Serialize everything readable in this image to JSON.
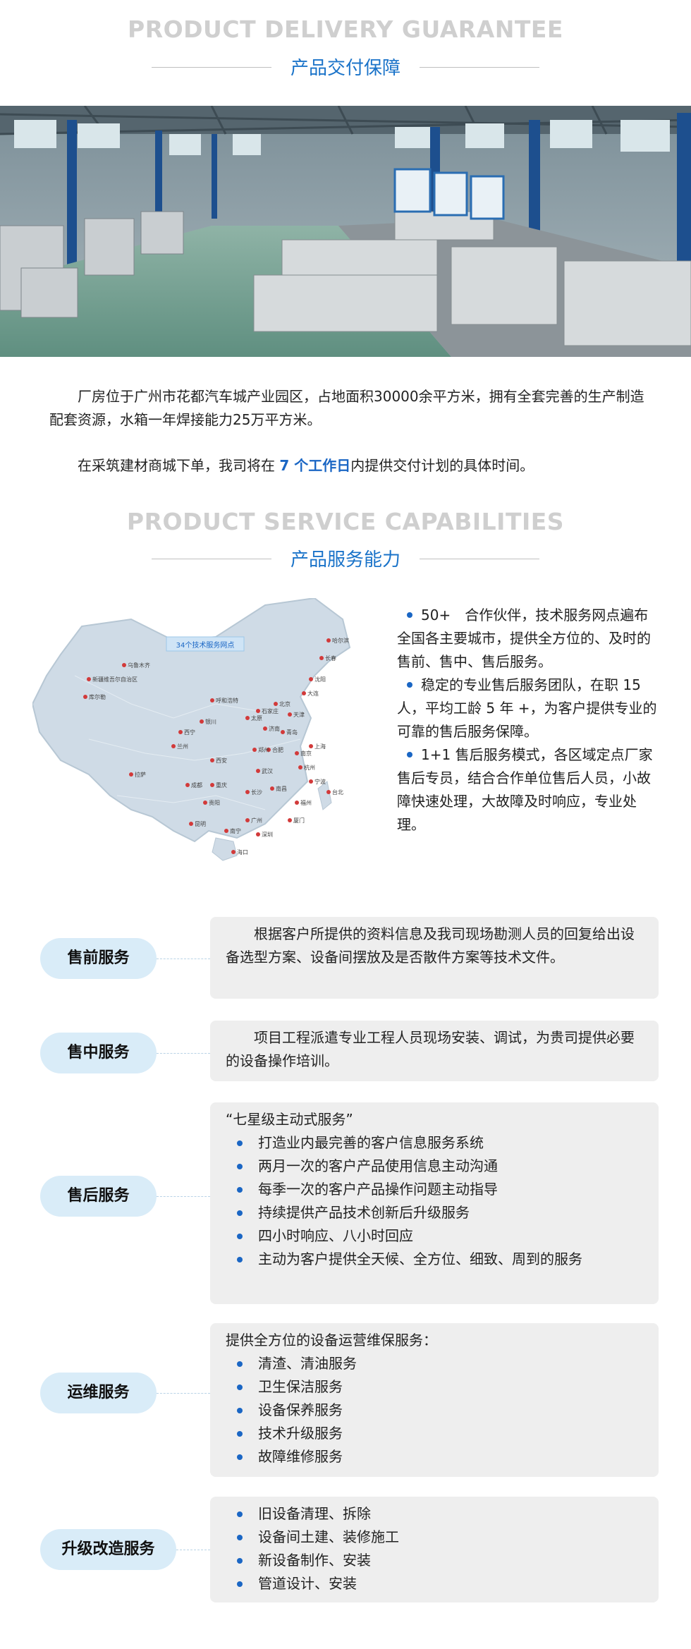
{
  "delivery": {
    "title_en": "PRODUCT DELIVERY GUARANTEE",
    "title_cn": "产品交付保障",
    "para1": "厂房位于广州市花都汽车城产业园区，占地面积30000余平方米，拥有全套完善的生产制造配套资源，水箱一年焊接能力25万平方米。",
    "para2_pre": "在采筑建材商城下单，我司将在 ",
    "para2_highlight": "7 个工作日",
    "para2_post": "内提供交付计划的具体时间。"
  },
  "capabilities": {
    "title_en": "PRODUCT SERVICE CAPABILITIES",
    "title_cn": "产品服务能力",
    "map_label": "34个技术服务网点",
    "map_cities": [
      "乌鲁木齐",
      "新疆维吾尔自治区",
      "库尔勒",
      "西宁",
      "兰州",
      "银川",
      "呼和浩特",
      "太原",
      "石家庄",
      "北京",
      "天津",
      "哈尔滨",
      "长春",
      "沈阳",
      "大连",
      "济南",
      "青岛",
      "郑州",
      "西安",
      "成都",
      "重庆",
      "拉萨",
      "昆明",
      "贵阳",
      "南宁",
      "广州",
      "深圳",
      "海口",
      "长沙",
      "武汉",
      "南昌",
      "福州",
      "合肥",
      "南京",
      "杭州",
      "上海",
      "宁波",
      "厦门",
      "台北"
    ],
    "items": [
      "50+　合作伙伴，技术服务网点遍布全国各主要城市，提供全方位的、及时的售前、售中、售后服务。",
      "稳定的专业售后服务团队，在职 15 人，平均工龄 5 年 +，为客户提供专业的可靠的售后服务保障。",
      "1+1 售后服务模式，各区域定点厂家售后专员，结合合作单位售后人员，小故障快速处理，大故障及时响应，专业处理。"
    ]
  },
  "services": [
    {
      "label": "售前服务",
      "text": "根据客户所提供的资料信息及我司现场勘测人员的回复给出设备选型方案、设备间摆放及是否散件方案等技术文件。"
    },
    {
      "label": "售中服务",
      "text": "项目工程派遣专业工程人员现场安装、调试，为贵司提供必要的设备操作培训。"
    },
    {
      "label": "售后服务",
      "intro": "“七星级主动式服务”",
      "list": [
        "打造业内最完善的客户信息服务系统",
        "两月一次的客户产品使用信息主动沟通",
        "每季一次的客户产品操作问题主动指导",
        "持续提供产品技术创新后升级服务",
        "四小时响应、八小时回应",
        "主动为客户提供全天候、全方位、细致、周到的服务"
      ]
    },
    {
      "label": "运维服务",
      "intro": "提供全方位的设备运营维保服务：",
      "list": [
        "清渣、清油服务",
        "卫生保洁服务",
        "设备保养服务",
        "技术升级服务",
        "故障维修服务"
      ]
    },
    {
      "label": "升级改造服务",
      "list": [
        "旧设备清理、拆除",
        "设备间土建、装修施工",
        "新设备制作、安装",
        "管道设计、安装"
      ]
    }
  ]
}
